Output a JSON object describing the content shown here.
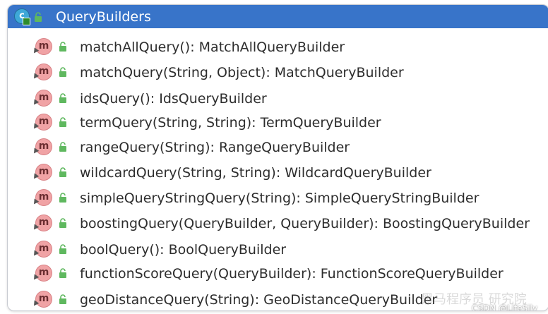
{
  "header": {
    "class_icon_letter": "c",
    "title": "QueryBuilders",
    "accent_color": "#3874c9"
  },
  "method_icon_letter": "m",
  "methods": [
    "matchAllQuery(): MatchAllQueryBuilder",
    "matchQuery(String, Object): MatchQueryBuilder",
    "idsQuery(): IdsQueryBuilder",
    "termQuery(String, String): TermQueryBuilder",
    "rangeQuery(String): RangeQueryBuilder",
    "wildcardQuery(String, String): WildcardQueryBuilder",
    "simpleQueryStringQuery(String): SimpleQueryStringBuilder",
    "boostingQuery(QueryBuilder, QueryBuilder): BoostingQueryBuilder",
    "boolQuery(): BoolQueryBuilder",
    "functionScoreQuery(QueryBuilder): FunctionScoreQueryBuilder",
    "geoDistanceQuery(String): GeoDistanceQueryBuilder"
  ],
  "watermark": "黑马程序员 研究院",
  "credit": "CSDN @LifeSily",
  "icons": {
    "class": "class-icon",
    "method": "method-icon",
    "visibility": "public-lock-icon"
  }
}
